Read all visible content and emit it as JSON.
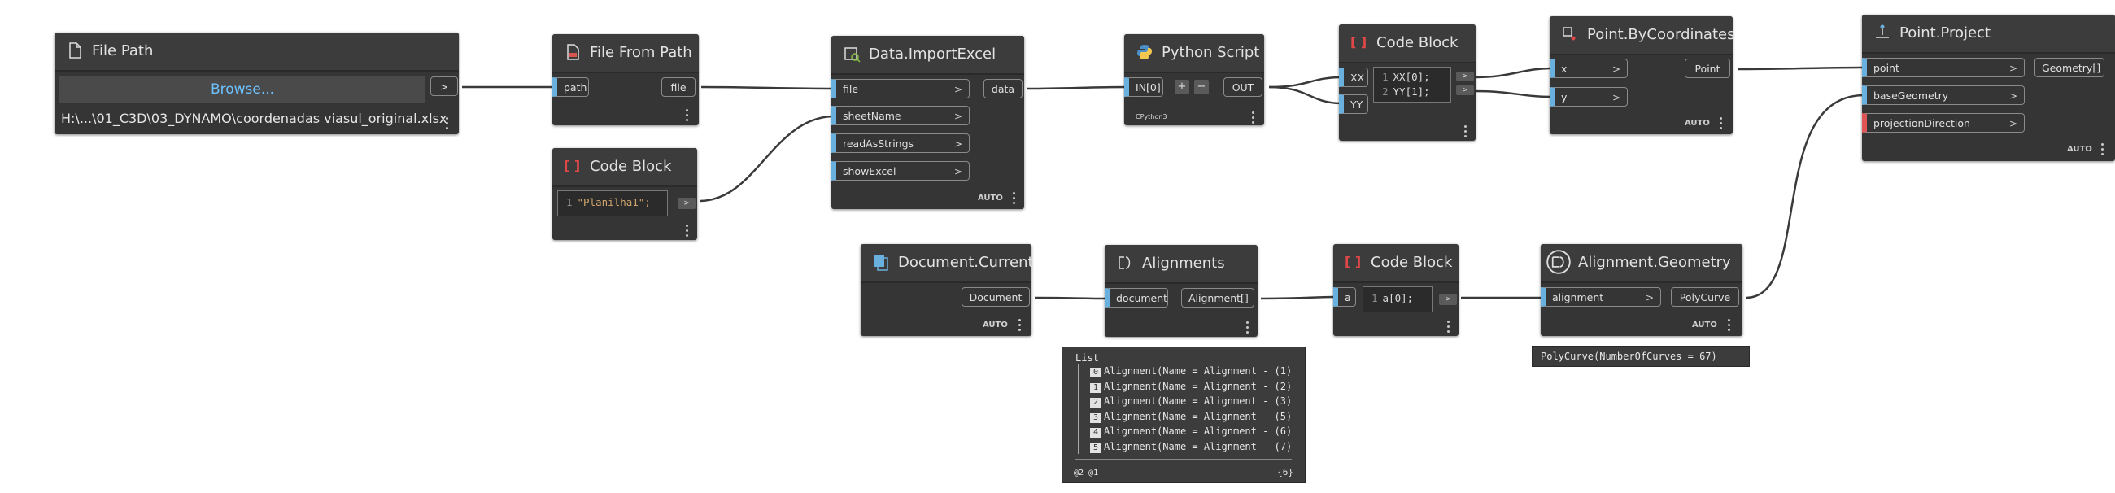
{
  "nodes": {
    "file_path": {
      "title": "File Path",
      "browse_label": "Browse...",
      "path_value": "H:\\...\\01_C3D\\03_DYNAMO\\coordenadas viasul_original.xlsx",
      "out_port": ">"
    },
    "file_from_path": {
      "title": "File From Path",
      "in_port": "path",
      "out_port": "file"
    },
    "code_block_1": {
      "title": "Code Block",
      "line_no": "1",
      "code": "\"Planilha1\";",
      "out_port": ">"
    },
    "data_import": {
      "title": "Data.ImportExcel",
      "inputs": [
        "file",
        "sheetName",
        "readAsStrings",
        "showExcel"
      ],
      "out_port": "data",
      "lacing": "AUTO"
    },
    "python_script": {
      "title": "Python Script",
      "in_port": "IN[0]",
      "add": "+",
      "remove": "−",
      "out_port": "OUT",
      "engine": "CPython3"
    },
    "code_block_2": {
      "title": "Code Block",
      "inputs": [
        "XX",
        "YY"
      ],
      "lines": [
        {
          "n": "1",
          "code": "XX[0];"
        },
        {
          "n": "2",
          "code": "YY[1];"
        }
      ],
      "outs": [
        ">",
        ">"
      ]
    },
    "point_by_coords": {
      "title": "Point.ByCoordinates",
      "inputs": [
        "x",
        "y"
      ],
      "out_port": "Point",
      "lacing": "AUTO"
    },
    "point_project": {
      "title": "Point.Project",
      "inputs": [
        "point",
        "baseGeometry",
        "projectionDirection"
      ],
      "out_port": "Geometry[]",
      "lacing": "AUTO"
    },
    "document_current": {
      "title": "Document.Current",
      "out_port": "Document",
      "lacing": "AUTO"
    },
    "alignments": {
      "title": "Alignments",
      "in_port": "document",
      "out_port": "Alignment[]"
    },
    "code_block_3": {
      "title": "Code Block",
      "in_port": "a",
      "line_no": "1",
      "code": "a[0];",
      "out_port": ">"
    },
    "alignment_geometry": {
      "title": "Alignment.Geometry",
      "in_port": "alignment",
      "out_port": "PolyCurve",
      "lacing": "AUTO"
    }
  },
  "previews": {
    "alignments_list": {
      "header": "List",
      "items": [
        {
          "index": "0",
          "text": "Alignment(Name = Alignment - (1)"
        },
        {
          "index": "1",
          "text": "Alignment(Name = Alignment - (2)"
        },
        {
          "index": "2",
          "text": "Alignment(Name = Alignment - (3)"
        },
        {
          "index": "3",
          "text": "Alignment(Name = Alignment - (5)"
        },
        {
          "index": "4",
          "text": "Alignment(Name = Alignment - (6)"
        },
        {
          "index": "5",
          "text": "Alignment(Name = Alignment - (7)"
        }
      ],
      "levels": "@2 @1",
      "count": "{6}"
    },
    "polycurve": {
      "text": "PolyCurve(NumberOfCurves = 67)"
    }
  },
  "colors": {
    "canvas": "#ffffff",
    "node": "#353535",
    "wire": "#3a3a3a",
    "port_accent": "#6ab0de",
    "browse_text": "#6ec2ff",
    "error_accent": "#e05555"
  }
}
